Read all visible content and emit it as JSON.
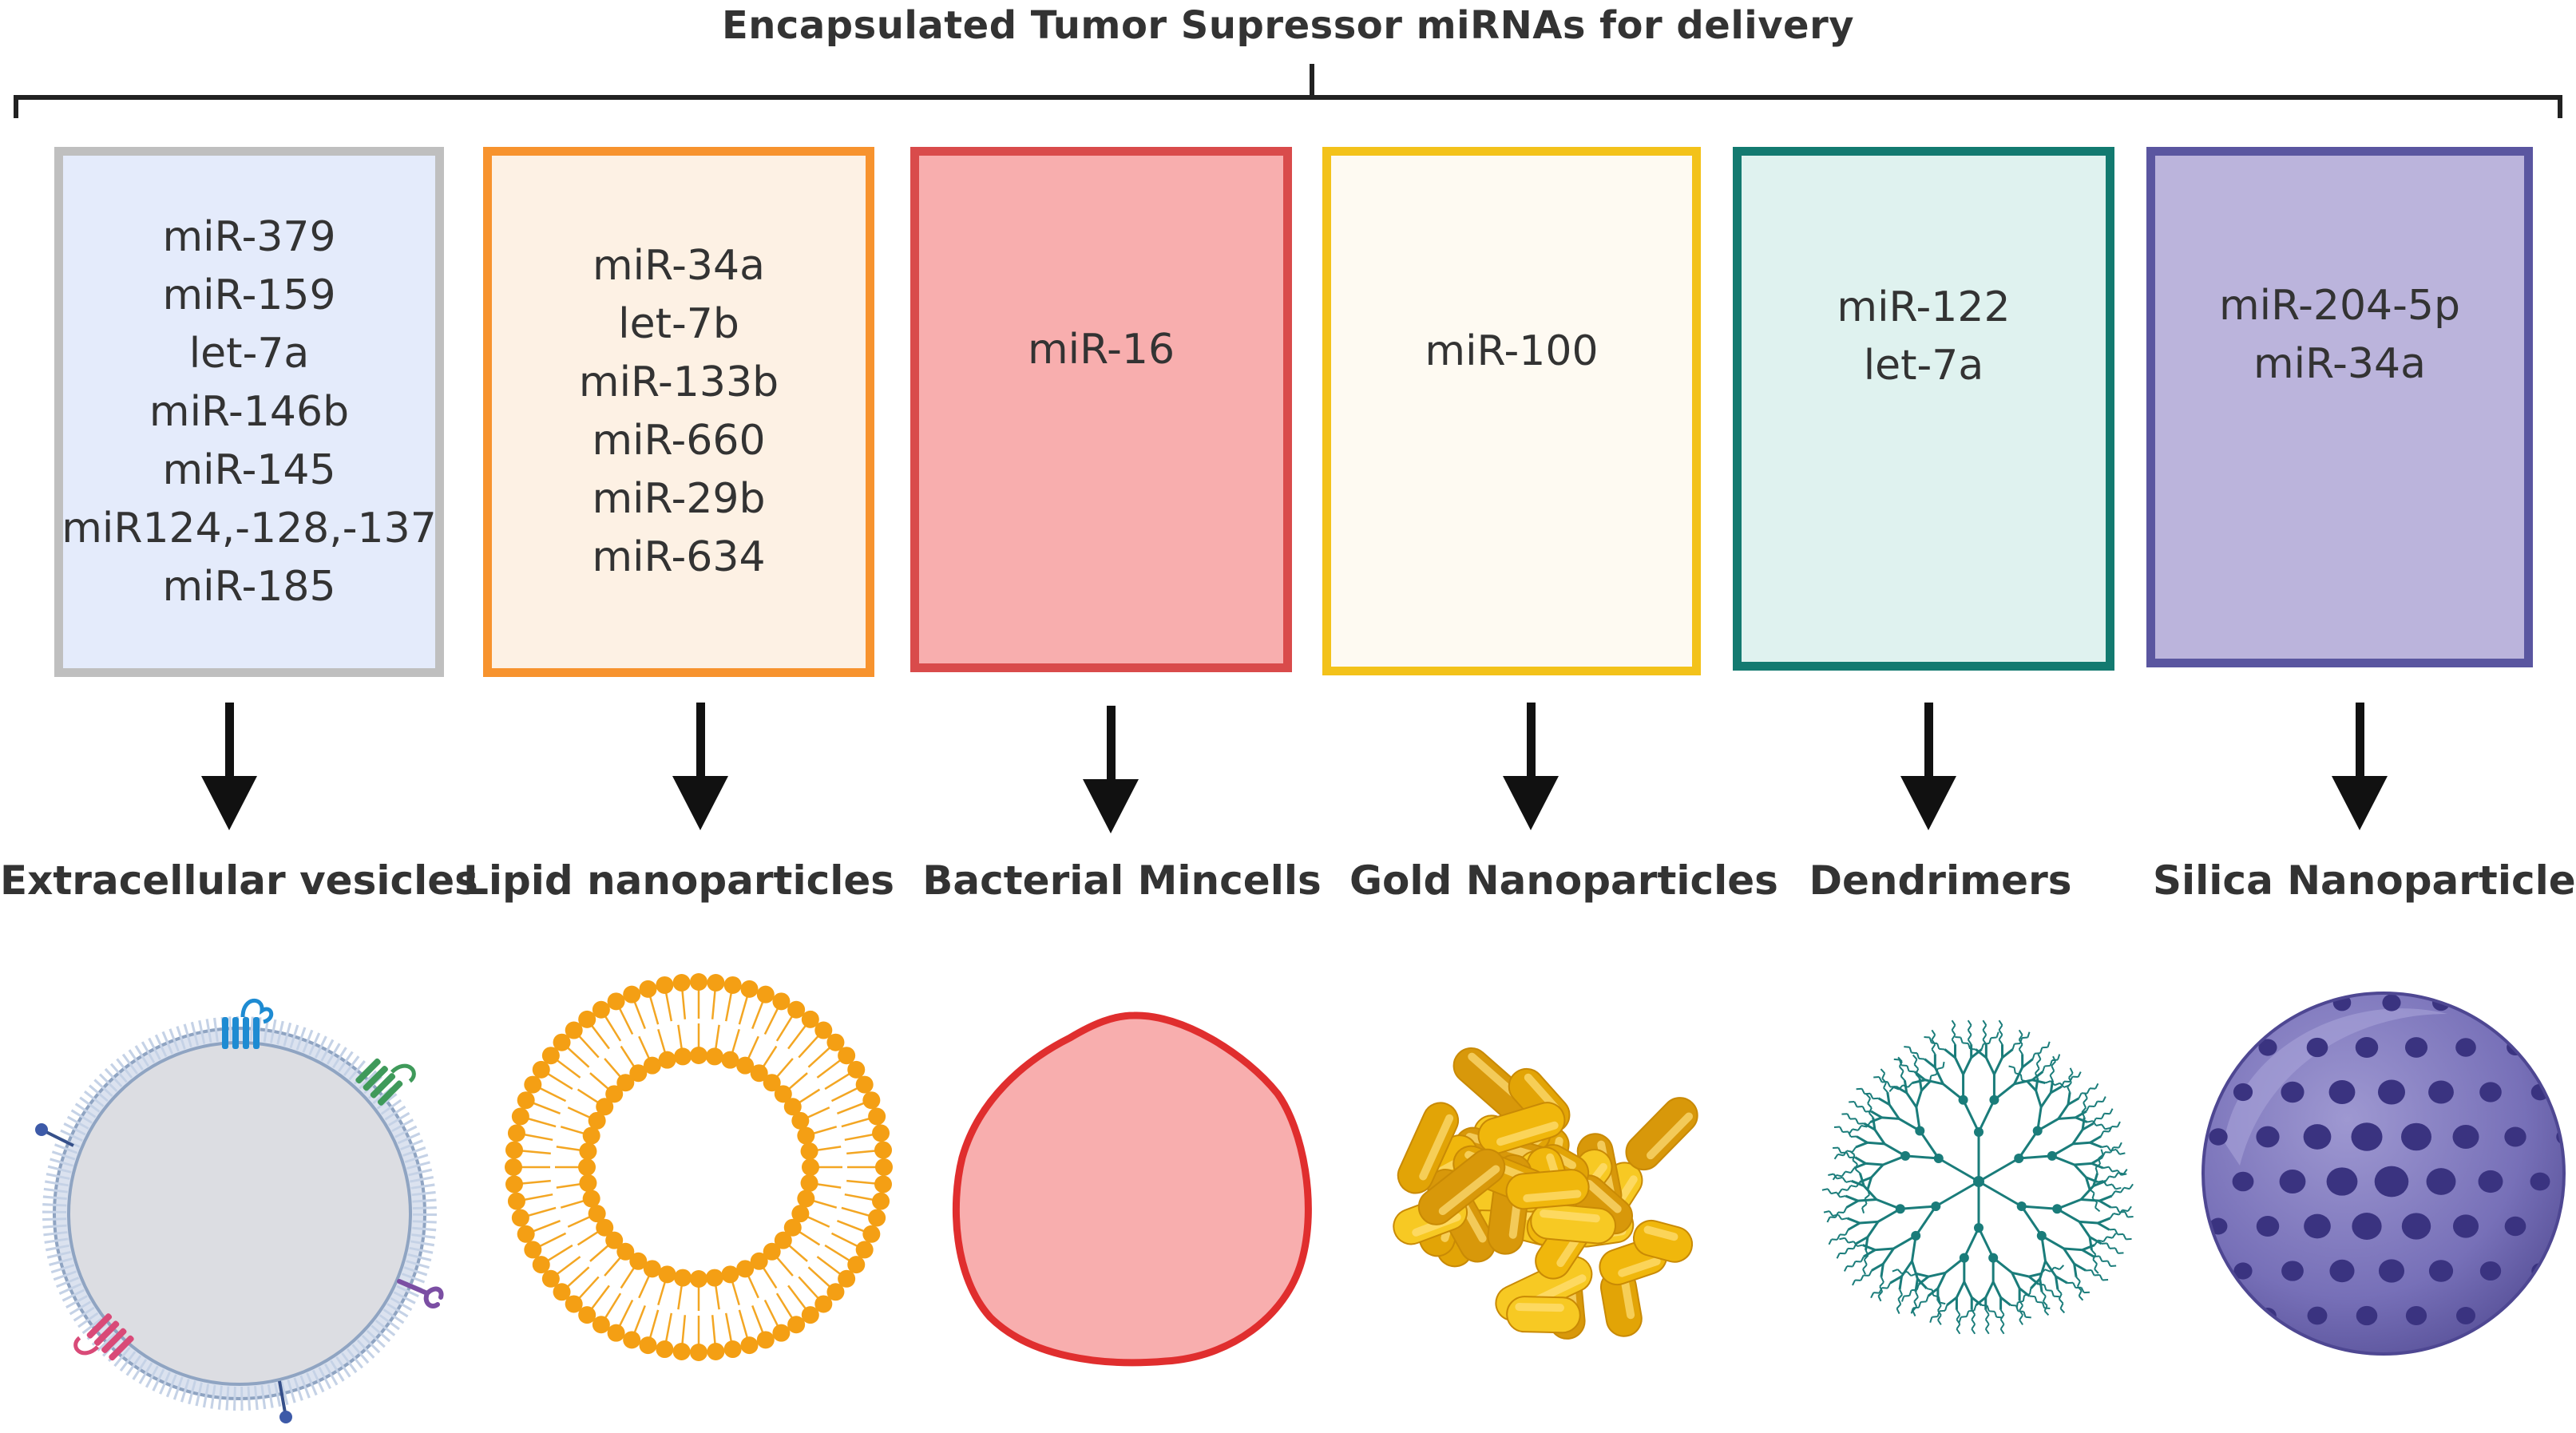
{
  "title": "Encapsulated Tumor Supressor  miRNAs for delivery",
  "colors": {
    "text": "#333333",
    "bracket": "#222222",
    "arrow": "#111111"
  },
  "carriers": [
    {
      "label": "Extracellular vesicles",
      "mirnas": [
        "miR-379",
        "miR-159",
        "let-7a",
        "miR-146b",
        "miR-145",
        "miR124,-128,-137",
        "miR-185"
      ],
      "border": "#bfbfbf",
      "fill": "#e4ebfb",
      "illustration": "extracellular-vesicle-icon"
    },
    {
      "label": "Lipid nanoparticles",
      "mirnas": [
        "miR-34a",
        "let-7b",
        "miR-133b",
        "miR-660",
        "miR-29b",
        "miR-634"
      ],
      "border": "#f7932e",
      "fill": "#fdf1e4",
      "illustration": "lipid-nanoparticle-icon"
    },
    {
      "label": "Bacterial Mincells",
      "mirnas": [
        "miR-16"
      ],
      "border": "#d94b4b",
      "fill": "#f8aeae",
      "illustration": "bacterial-minicell-icon"
    },
    {
      "label": "Gold Nanoparticles",
      "mirnas": [
        "miR-100"
      ],
      "border": "#f3c21a",
      "fill": "#fefaf2",
      "illustration": "gold-nanoparticle-icon"
    },
    {
      "label": "Dendrimers",
      "mirnas": [
        "miR-122",
        "let-7a"
      ],
      "border": "#137a70",
      "fill": "#dff2ef",
      "illustration": "dendrimer-icon"
    },
    {
      "label": "Silica Nanoparticles",
      "mirnas": [
        "miR-204-5p",
        "miR-34a"
      ],
      "border": "#5a56a0",
      "fill": "#bbb4dc",
      "illustration": "silica-nanoparticle-icon"
    }
  ]
}
